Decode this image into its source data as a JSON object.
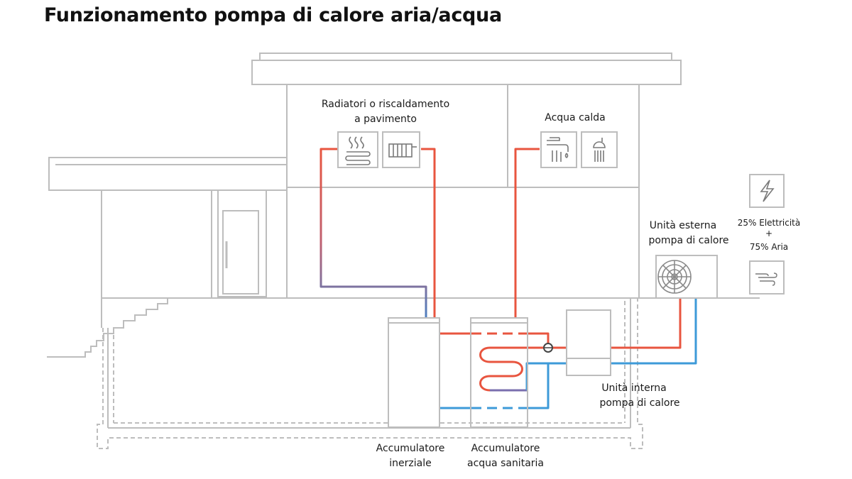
{
  "title": "Funzionamento pompa di calore aria/acqua",
  "labels": {
    "radiators_line1": "Radiatori o riscaldamento",
    "radiators_line2": "a pavimento",
    "hot_water": "Acqua calda",
    "outdoor_unit_line1": "Unità esterna",
    "outdoor_unit_line2": "pompa di calore",
    "energy_line1": "25% Elettricità",
    "energy_line2": "+",
    "energy_line3": "75% Aria",
    "indoor_unit_line1": "Unità interna",
    "indoor_unit_line2": "pompa di calore",
    "buffer_tank_line1": "Accumulatore",
    "buffer_tank_line2": "inerziale",
    "dhw_tank_line1": "Accumulatore",
    "dhw_tank_line2": "acqua sanitaria"
  },
  "icons": [
    "underfloor-heating-icon",
    "radiator-icon",
    "faucet-icon",
    "shower-icon",
    "electricity-icon",
    "air-icon",
    "fan-icon"
  ],
  "colors": {
    "hot_pipe": "#e8553f",
    "cold_pipe": "#3d9ad8",
    "return_pipe": "#5a7fb4",
    "structure": "#bdbdbd"
  }
}
